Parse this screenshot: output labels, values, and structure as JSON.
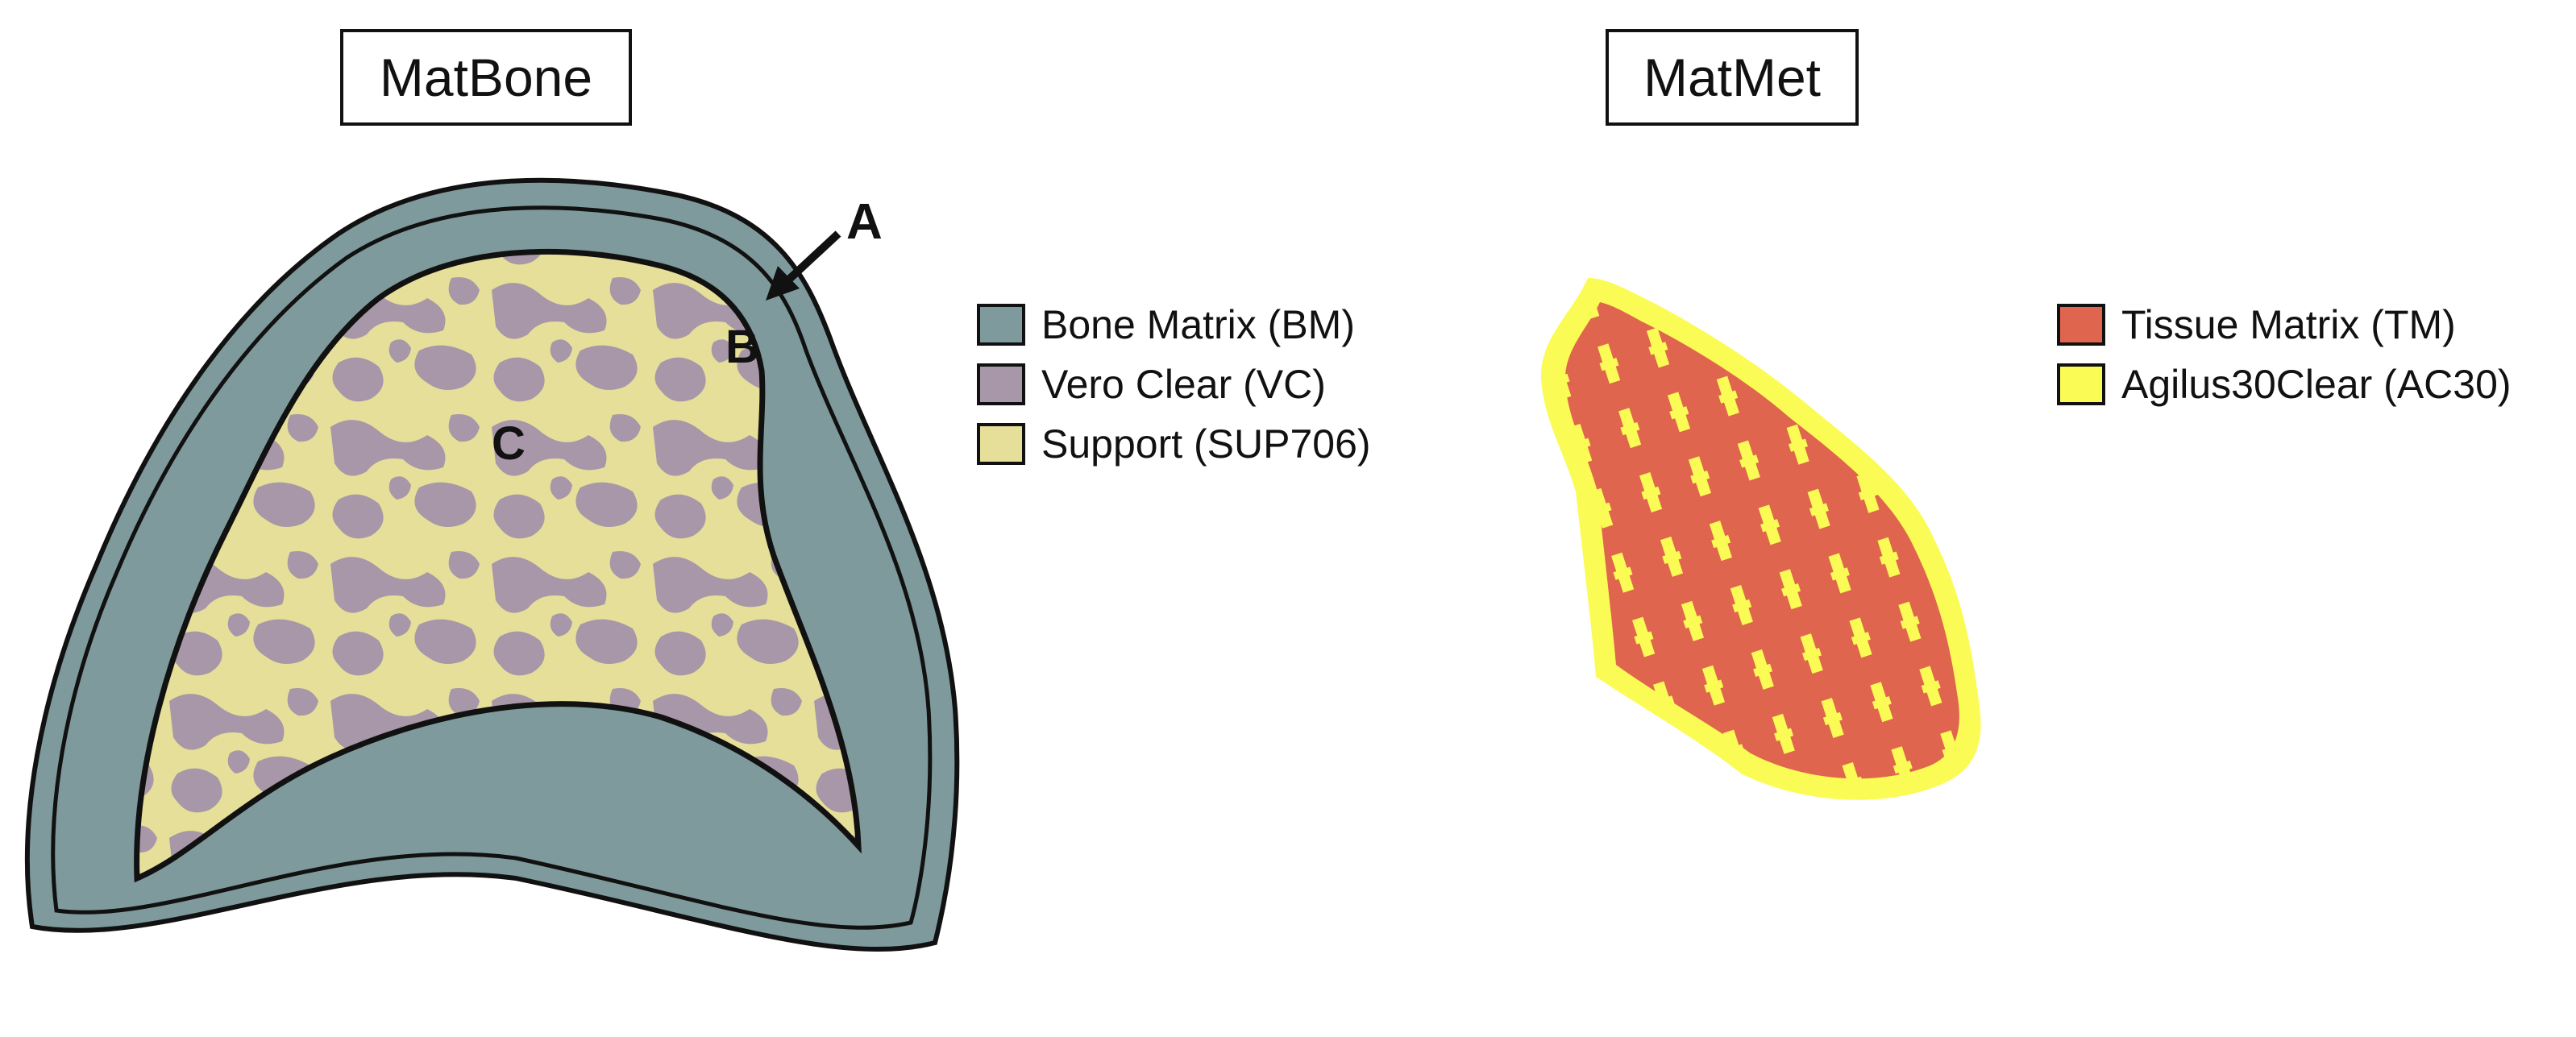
{
  "panels": {
    "matbone": {
      "title": "MatBone",
      "callouts": {
        "a": "A",
        "b": "B",
        "c": "C"
      },
      "legend": [
        {
          "label": "Bone Matrix (BM)",
          "color": "#7f9a9c"
        },
        {
          "label": "Vero Clear (VC)",
          "color": "#a797a8"
        },
        {
          "label": "Support (SUP706)",
          "color": "#e5df9a"
        }
      ]
    },
    "matmet": {
      "title": "MatMet",
      "legend": [
        {
          "label": "Tissue Matrix (TM)",
          "color": "#e0654e"
        },
        {
          "label": "Agilus30Clear (AC30)",
          "color": "#fbfb55"
        }
      ]
    }
  }
}
